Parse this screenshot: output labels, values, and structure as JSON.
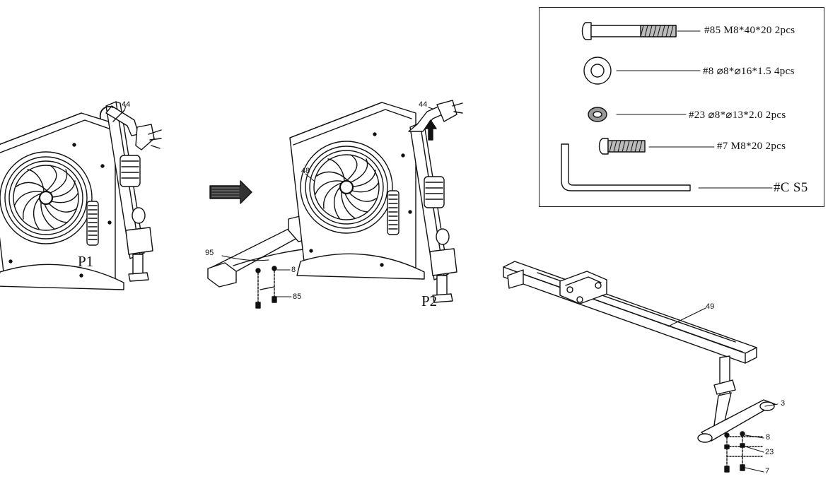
{
  "parts": [
    {
      "code": "#85 M8*40*20 2pcs"
    },
    {
      "code": "#8 ⌀8*⌀16*1.5 4pcs"
    },
    {
      "code": "#23 ⌀8*⌀13*2.0 2pcs"
    },
    {
      "code": "#7 M8*20 2pcs"
    },
    {
      "code": "#C S5"
    }
  ],
  "panels": {
    "p1": "P1",
    "p2": "P2"
  },
  "callouts": {
    "p1_44": "44",
    "p2_44": "44",
    "p2_48": "48",
    "p2_95": "95",
    "p2_8": "8",
    "p2_85": "85",
    "rail_49": "49",
    "rail_3": "3",
    "rail_8": "8",
    "rail_23": "23",
    "rail_7": "7"
  }
}
